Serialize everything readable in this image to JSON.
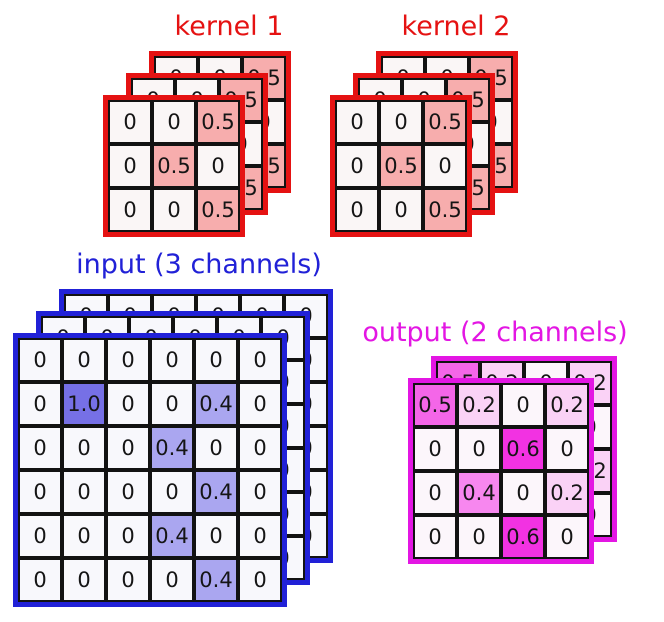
{
  "figure": {
    "background": "#ffffff",
    "gridline_color": "#121212",
    "text_color": "#151515"
  },
  "blocks": {
    "kernel1": {
      "title": "kernel 1",
      "color": "#e51212",
      "cell_bg": "#faf6f6",
      "layers": 3,
      "rows": 3,
      "cols": 3,
      "values": [
        [
          "0",
          "0",
          "0.5"
        ],
        [
          "0",
          "0.5",
          "0"
        ],
        [
          "0",
          "0",
          "0.5"
        ]
      ],
      "fills": {
        "0.5": "#f7adad"
      }
    },
    "kernel2": {
      "title": "kernel 2",
      "color": "#e51212",
      "cell_bg": "#faf6f6",
      "layers": 3,
      "rows": 3,
      "cols": 3,
      "values": [
        [
          "0",
          "0",
          "0.5"
        ],
        [
          "0",
          "0.5",
          "0"
        ],
        [
          "0",
          "0",
          "0.5"
        ]
      ],
      "fills": {
        "0.5": "#f7adad"
      }
    },
    "input": {
      "title": "input (3 channels)",
      "color": "#2121d7",
      "cell_bg": "#f8f8fc",
      "layers": 3,
      "rows": 6,
      "cols": 6,
      "values": [
        [
          "0",
          "0",
          "0",
          "0",
          "0",
          "0"
        ],
        [
          "0",
          "1.0",
          "0",
          "0",
          "0.4",
          "0"
        ],
        [
          "0",
          "0",
          "0",
          "0.4",
          "0",
          "0"
        ],
        [
          "0",
          "0",
          "0",
          "0",
          "0.4",
          "0"
        ],
        [
          "0",
          "0",
          "0",
          "0.4",
          "0",
          "0"
        ],
        [
          "0",
          "0",
          "0",
          "0",
          "0.4",
          "0"
        ]
      ],
      "fills": {
        "1.0": "#7670e6",
        "0.4": "#aaa6f0"
      }
    },
    "output": {
      "title": "output (2 channels)",
      "color": "#e316e3",
      "cell_bg": "#fcf6fb",
      "layers": 2,
      "rows": 4,
      "cols": 4,
      "values": [
        [
          "0.5",
          "0.2",
          "0",
          "0.2"
        ],
        [
          "0",
          "0",
          "0.6",
          "0"
        ],
        [
          "0",
          "0.4",
          "0",
          "0.2"
        ],
        [
          "0",
          "0",
          "0.6",
          "0"
        ]
      ],
      "fills": {
        "0.5": "#f466e8",
        "0.6": "#f232e2",
        "0.4": "#f787ef",
        "0.2": "#fad2f6"
      }
    }
  }
}
